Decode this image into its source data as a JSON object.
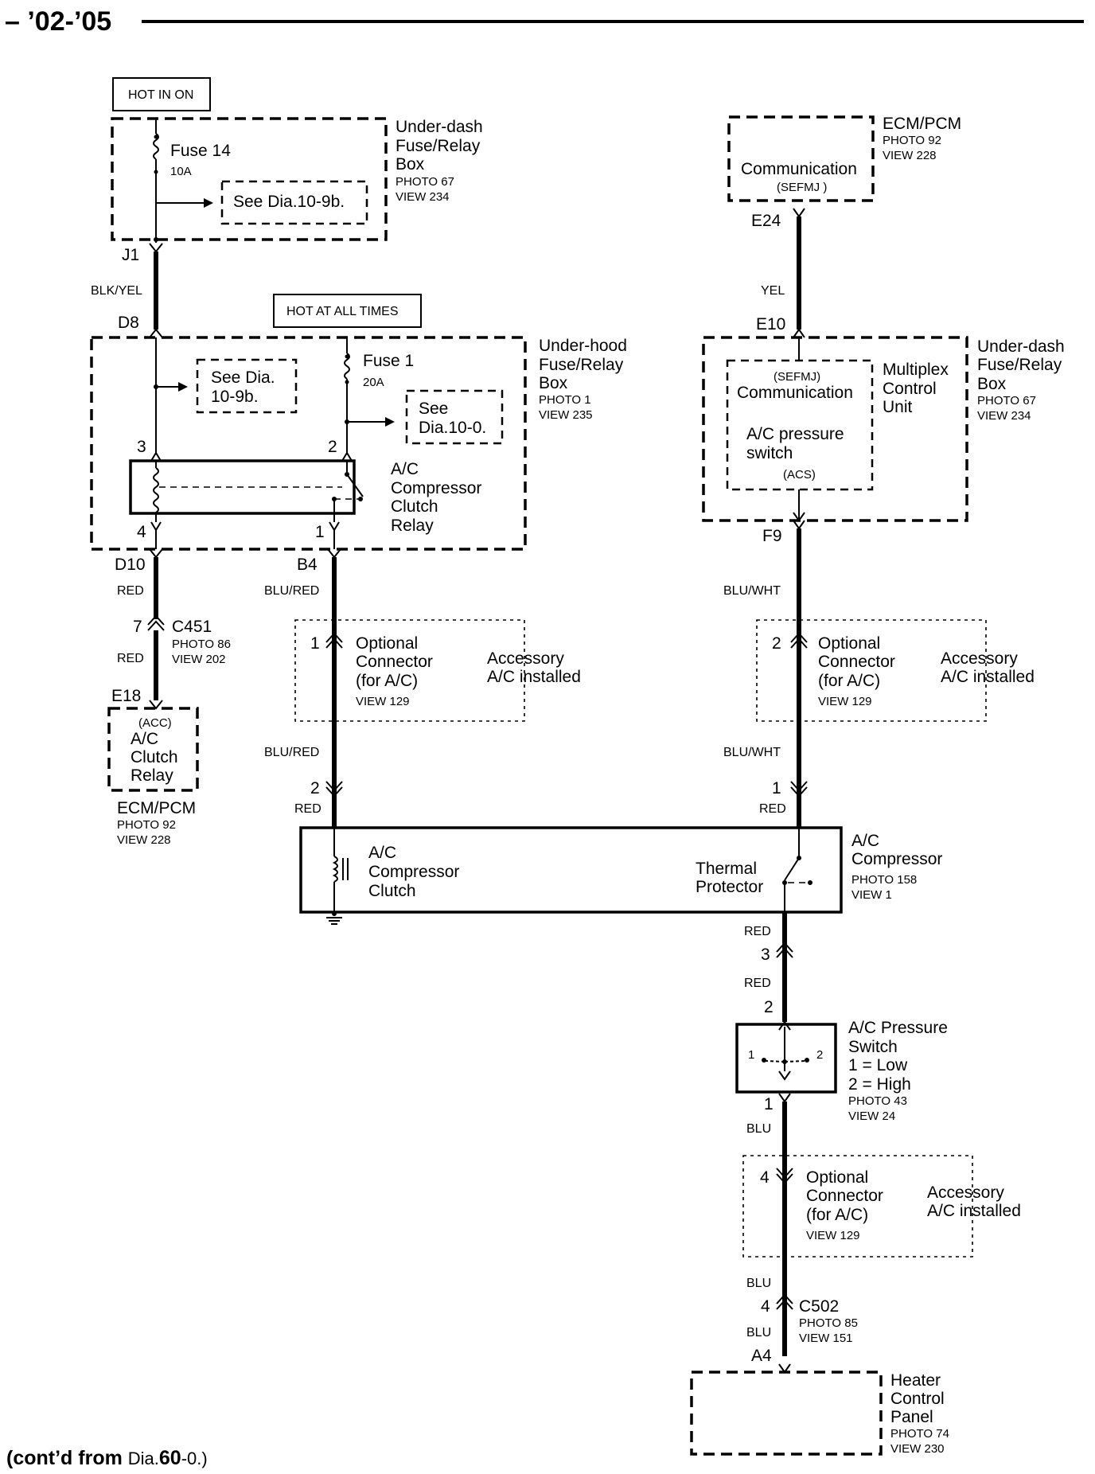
{
  "header": {
    "title": "– ’02-’05"
  },
  "footer": {
    "prefix": "(cont’d from ",
    "dia": "Dia.",
    "num": "60",
    "suffix": "-0.)"
  },
  "labels": {
    "hot_in_on": "HOT IN ON",
    "hot_at_all_times": "HOT AT ALL TIMES"
  },
  "underdash_left": {
    "name": [
      "Under-dash",
      "Fuse/Relay",
      "Box"
    ],
    "photo": "PHOTO 67",
    "view": "VIEW 234",
    "fuse_name": "Fuse 14",
    "fuse_rating": "10A",
    "see": "See Dia.10-9b."
  },
  "ecm_top": {
    "name": "ECM/PCM",
    "photo": "PHOTO 92",
    "view": "VIEW 228",
    "func": "Communication",
    "code": "(SEFMJ )"
  },
  "underhood": {
    "name": [
      "Under-hood",
      "Fuse/Relay",
      "Box"
    ],
    "photo": "PHOTO 1",
    "view": "VIEW 235",
    "see1": [
      "See Dia.",
      "10-9b."
    ],
    "fuse_name": "Fuse 1",
    "fuse_rating": "20A",
    "see2": [
      "See",
      "Dia.10-0."
    ],
    "relay": [
      "A/C",
      "Compressor",
      "Clutch",
      "Relay"
    ],
    "pin3": "3",
    "pin2": "2",
    "pin4": "4",
    "pin1": "1"
  },
  "underdash_right": {
    "name": [
      "Under-dash",
      "Fuse/Relay",
      "Box"
    ],
    "photo": "PHOTO 67",
    "view": "VIEW 234",
    "unit": [
      "Multiplex",
      "Control",
      "Unit"
    ],
    "code1": "(SEFMJ)",
    "func": "Communication",
    "switch": [
      "A/C pressure",
      "switch"
    ],
    "code2": "(ACS)"
  },
  "terminals": {
    "j1": "J1",
    "d8": "D8",
    "e24": "E24",
    "e10": "E10",
    "d10": "D10",
    "b4": "B4",
    "f9": "F9",
    "e18": "E18",
    "a4": "A4"
  },
  "wires": {
    "blk_yel": "BLK/YEL",
    "yel": "YEL",
    "red": "RED",
    "blu_red": "BLU/RED",
    "blu_wht": "BLU/WHT",
    "blu": "BLU"
  },
  "c451": {
    "pin": "7",
    "name": "C451",
    "photo": "PHOTO 86",
    "view": "VIEW 202"
  },
  "c502": {
    "pin": "4",
    "name": "C502",
    "photo": "PHOTO 85",
    "view": "VIEW 151"
  },
  "ecm_left": {
    "code": "(ACC)",
    "func": [
      "A/C",
      "Clutch",
      "Relay"
    ],
    "name": "ECM/PCM",
    "photo": "PHOTO 92",
    "view": "VIEW 228"
  },
  "opt_connector": {
    "lines": [
      "Optional",
      "Connector",
      "(for A/C)"
    ],
    "view": "VIEW 129",
    "accessory": [
      "Accessory",
      "A/C installed"
    ],
    "pin_left_top": "1",
    "pin_left_bot": "2",
    "pin_right_top": "2",
    "pin_right_bot": "1",
    "pin_bottom": "4"
  },
  "compressor": {
    "name": [
      "A/C",
      "Compressor"
    ],
    "photo": "PHOTO 158",
    "view": "VIEW 1",
    "clutch": [
      "A/C",
      "Compressor",
      "Clutch"
    ],
    "thermal": [
      "Thermal",
      "Protector"
    ],
    "pin3": "3",
    "pin2": "2",
    "pin1": "1"
  },
  "pressure_switch": {
    "name": [
      "A/C Pressure",
      "Switch",
      "1 =  Low",
      "2 =  High"
    ],
    "photo": "PHOTO 43",
    "view": "VIEW 24",
    "pos1": "1",
    "pos2": "2"
  },
  "heater": {
    "name": [
      "Heater",
      "Control",
      "Panel"
    ],
    "photo": "PHOTO 74",
    "view": "VIEW 230"
  }
}
